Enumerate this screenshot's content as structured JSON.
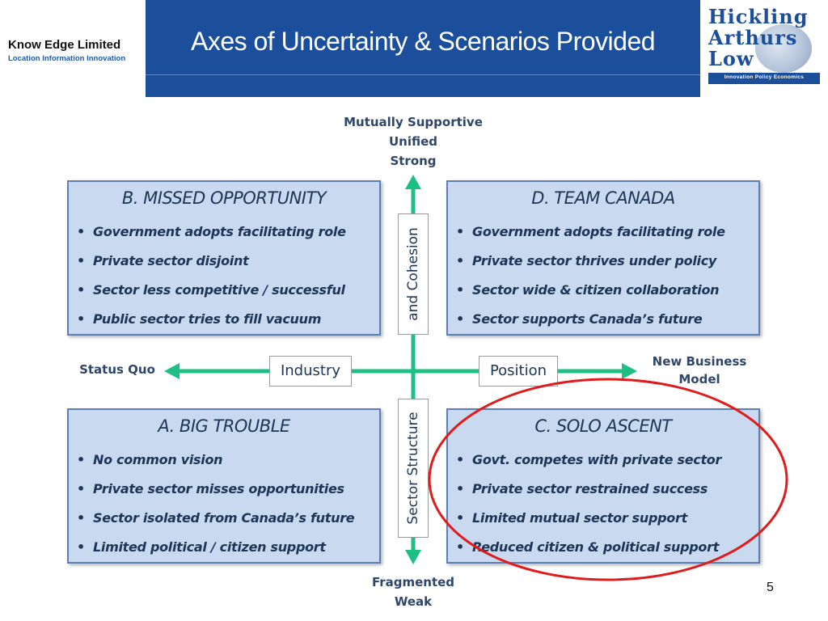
{
  "header": {
    "brand_name": "Know Edge Limited",
    "brand_tagline": "Location Information Innovation",
    "title": "Axes of Uncertainty & Scenarios Provided",
    "logo": {
      "line1": "Hickling",
      "line2": "Arthurs",
      "line3": "Low",
      "bar_text": "Innovation Policy Economics"
    }
  },
  "axes": {
    "top_label": [
      "Mutually Supportive",
      "Unified",
      "Strong"
    ],
    "bottom_label": [
      "Fragmented",
      "Weak"
    ],
    "left_label": "Status Quo",
    "right_label": [
      "New Business",
      "Model"
    ],
    "horizontal_boxes": [
      "Industry",
      "Position"
    ],
    "vertical_boxes": [
      "and Cohesion",
      "Sector Structure"
    ],
    "arrow_color": "#1dbf85"
  },
  "quadrants": {
    "b": {
      "title": "B. MISSED OPPORTUNITY",
      "items": [
        "Government adopts facilitating role",
        "Private sector disjoint",
        "Sector less competitive / successful",
        "Public sector tries to fill vacuum"
      ]
    },
    "d": {
      "title": "D. TEAM CANADA",
      "items": [
        "Government adopts facilitating role",
        "Private sector thrives under policy",
        "Sector wide & citizen collaboration",
        "Sector supports Canada’s future"
      ]
    },
    "a": {
      "title": "A. BIG TROUBLE",
      "items": [
        "No common vision",
        "Private sector misses opportunities",
        "Sector isolated from Canada’s future",
        "Limited political / citizen support"
      ]
    },
    "c": {
      "title": "C. SOLO ASCENT",
      "items": [
        "Govt. competes with private sector",
        "Private sector restrained success",
        "Limited mutual sector support",
        "Reduced citizen & political support"
      ]
    }
  },
  "highlight": {
    "target": "c",
    "color": "#e01b1b"
  },
  "page_number": "5"
}
